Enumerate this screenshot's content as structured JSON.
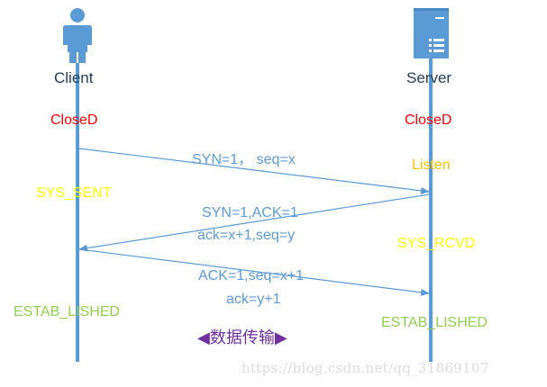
{
  "client": {
    "name": "Client",
    "icon": "person-icon"
  },
  "server": {
    "name": "Server",
    "icon": "server-icon"
  },
  "states": {
    "client_closed": "CloseD",
    "server_closed": "CloseD",
    "server_listen": "Listen",
    "client_syn_sent": "SYS_SENT",
    "server_syn_rcvd": "SYS_RCVD",
    "client_established": "ESTAB_LISHED",
    "server_established": "ESTAB_LISHED"
  },
  "messages": {
    "syn": "SYN=1， seq=x",
    "synack_line1": "SYN=1,ACK=1",
    "synack_line2": "ack=x+1,seq=y",
    "ack_line1": "ACK=1,seq=x+1",
    "ack_line2": "ack=y+1"
  },
  "data_transfer": {
    "left_arrow": "◀",
    "label": "数据传输",
    "right_arrow": "▶"
  },
  "watermark": "https://blog.csdn.net/qq_31869107",
  "colors": {
    "lifeline": "#5b9bd5",
    "arrow": "#5b9bd5",
    "closed": "#ff0000",
    "yellow_state": "#ffff00",
    "listen": "#ffc000",
    "established": "#92d050",
    "transfer": "#7030a0"
  }
}
